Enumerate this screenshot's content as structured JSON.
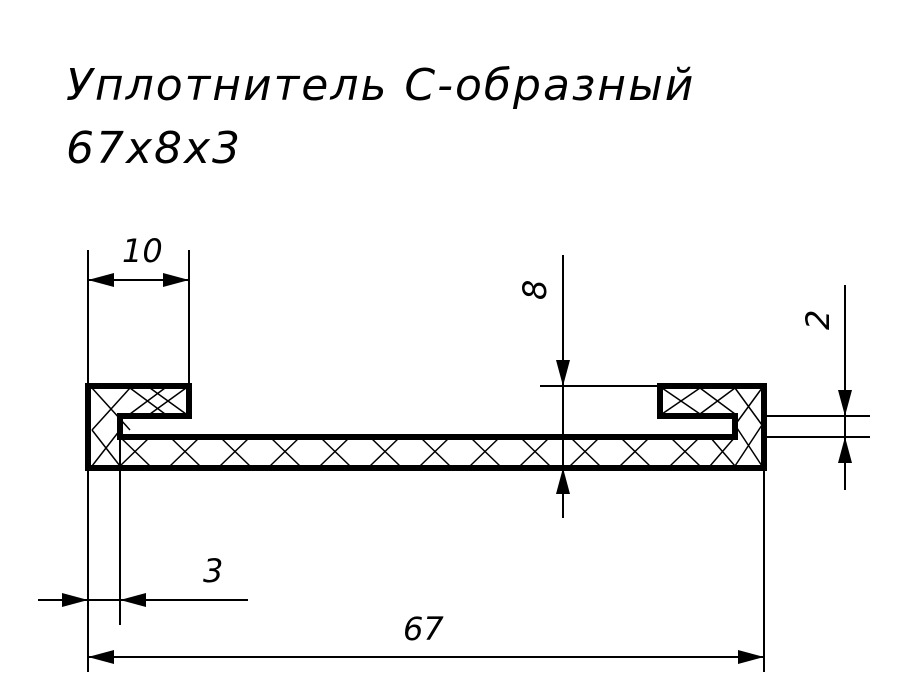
{
  "title": {
    "line1": "Уплотнитель С-образный",
    "line2": "67x8x3"
  },
  "dimensions": {
    "flange_width": "10",
    "height": "8",
    "gap": "2",
    "thickness": "3",
    "total_length": "67"
  }
}
